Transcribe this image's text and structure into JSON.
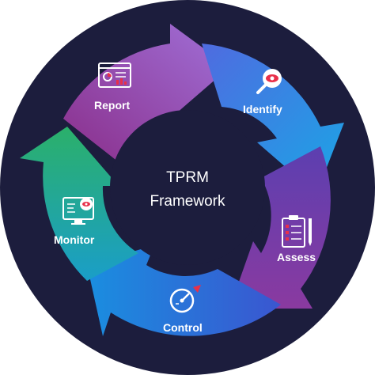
{
  "center": {
    "line1": "TPRM",
    "line2": "Framework"
  },
  "stages": [
    {
      "label": "Report",
      "icon": "report-icon"
    },
    {
      "label": "Identify",
      "icon": "magnifier-eye-icon"
    },
    {
      "label": "Assess",
      "icon": "clipboard-checklist-icon"
    },
    {
      "label": "Control",
      "icon": "gauge-icon"
    },
    {
      "label": "Monitor",
      "icon": "monitor-eye-icon"
    }
  ],
  "colors": {
    "background": "#1c1d3d",
    "accent_red": "#e8304a",
    "icon_white": "#ffffff"
  }
}
